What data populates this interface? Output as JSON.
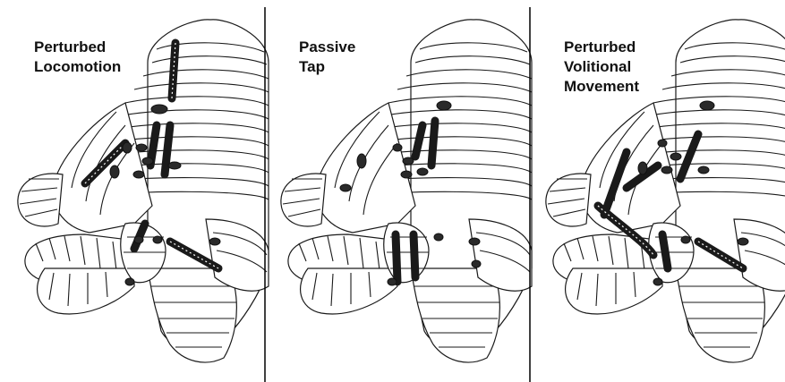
{
  "figure": {
    "panels": [
      {
        "id": "locomotion",
        "title_lines": [
          "Perturbed",
          "Locomotion"
        ]
      },
      {
        "id": "tap",
        "title_lines": [
          "Passive",
          "Tap"
        ]
      },
      {
        "id": "volitional",
        "title_lines": [
          "Perturbed",
          "Volitional",
          "Movement"
        ]
      }
    ],
    "colors": {
      "ink": "#1a1a1a",
      "background": "#ffffff"
    }
  }
}
